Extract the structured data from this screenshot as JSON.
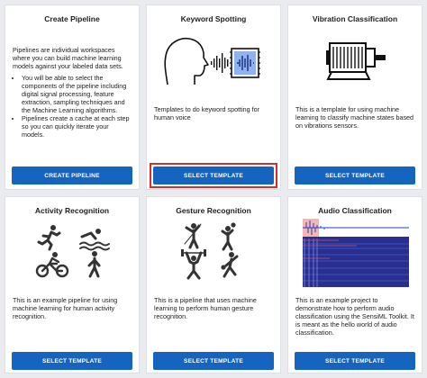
{
  "cards": [
    {
      "title": "Create Pipeline",
      "description": "Pipelines are individual workspaces where you can build machine learning models against your labeled data sets.",
      "bullets": [
        "You will be able to select the components of the pipeline including digital signal processing, feature extraction, sampling techniques and the Machine Learning algorithms.",
        "Pipelines create a cache at each step so you can quickly iterate your models."
      ],
      "button": "CREATE PIPELINE"
    },
    {
      "title": "Keyword Spotting",
      "description": "Templates to do keyword spotting for human voice",
      "button": "SELECT TEMPLATE",
      "highlighted": true
    },
    {
      "title": "Vibration Classification",
      "description": "This is a template for using machine learning to classify machine states based on vibrations sensors.",
      "button": "SELECT TEMPLATE"
    },
    {
      "title": "Activity Recognition",
      "description": "This is an example pipeline for using machine learning for human activity recognition.",
      "button": "SELECT TEMPLATE"
    },
    {
      "title": "Gesture Recognition",
      "description": "This is a pipeline that uses machine learning to perform human gesture recognition.",
      "button": "SELECT TEMPLATE"
    },
    {
      "title": "Audio Classification",
      "description": "This is an example project to demonstrate how to perform audio classification using the SensiML Toolkit. It is meant as the hello world of audio classification.",
      "button": "SELECT TEMPLATE"
    }
  ],
  "colors": {
    "button": "#1565c0",
    "highlight": "#d32f2f",
    "spectrogram": "#2a2f8f"
  },
  "icons": {
    "keyword": [
      "human-head-icon",
      "sound-wave-icon",
      "audio-chip-icon"
    ],
    "vibration": "electric-motor-icon",
    "activity": [
      "running-person-icon",
      "swimming-person-icon",
      "cycling-person-icon",
      "walking-person-icon"
    ],
    "gesture": [
      "golfer-icon",
      "basketball-player-icon",
      "weightlifter-icon",
      "bowler-icon"
    ],
    "audio": "spectrogram-icon"
  }
}
